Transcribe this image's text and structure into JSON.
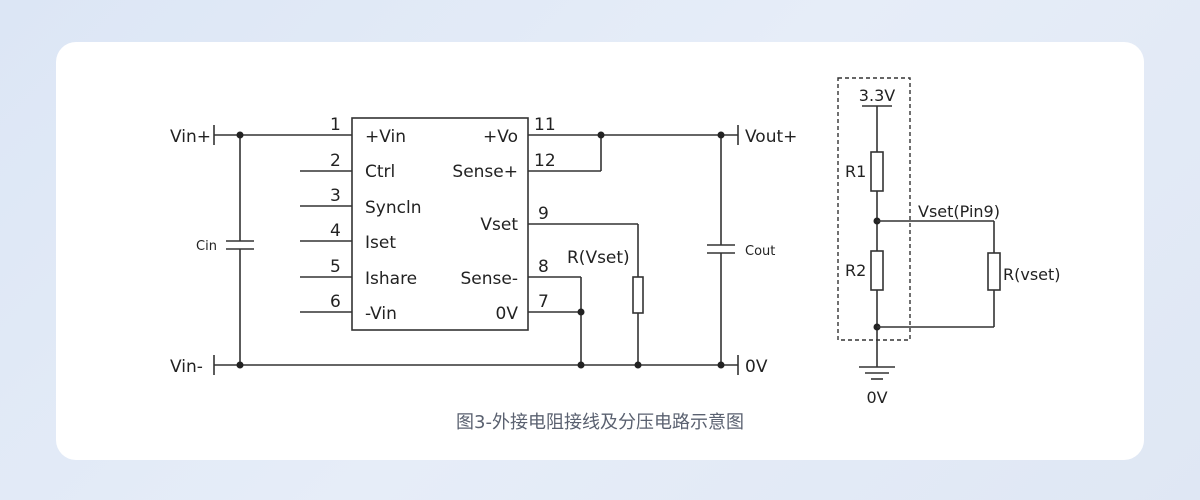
{
  "caption": "图3-外接电阻接线及分压电路示意图",
  "terminals": {
    "vin_plus": "Vin+",
    "vin_minus": "Vin-",
    "vout_plus": "Vout+",
    "zero_v_right": "0V",
    "zero_v_ground": "0V",
    "supply": "3.3V"
  },
  "components": {
    "cin": "Cin",
    "cout": "Cout",
    "r_vset_main": "R(Vset)",
    "r1": "R1",
    "r2": "R2",
    "r_vset_divider": "R(vset)",
    "vset_node": "Vset(Pin9)"
  },
  "ic": {
    "left_pins": [
      {
        "num": "1",
        "name": "+Vin"
      },
      {
        "num": "2",
        "name": "Ctrl"
      },
      {
        "num": "3",
        "name": "Syncln"
      },
      {
        "num": "4",
        "name": "Iset"
      },
      {
        "num": "5",
        "name": "Ishare"
      },
      {
        "num": "6",
        "name": "-Vin"
      }
    ],
    "right_pins": [
      {
        "num": "11",
        "name": "+Vo"
      },
      {
        "num": "12",
        "name": "Sense+"
      },
      {
        "num": "9",
        "name": "Vset"
      },
      {
        "num": "8",
        "name": "Sense-"
      },
      {
        "num": "7",
        "name": "0V"
      }
    ]
  }
}
